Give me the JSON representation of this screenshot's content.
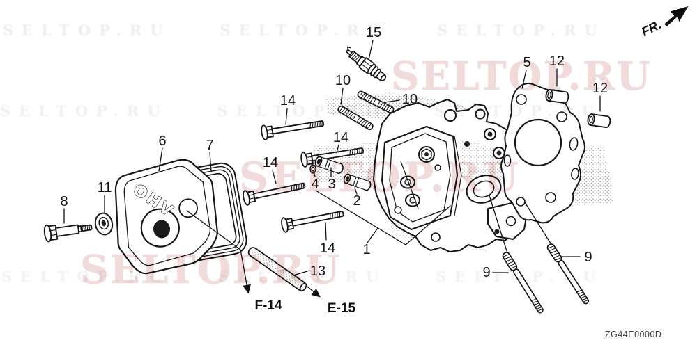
{
  "diagram": {
    "part_code": "ZG44E0000D",
    "fr_label": "FR.",
    "cover_embossed_text": "OHV",
    "watermark_text": "SELTOP.RU",
    "watermark_color": "#f0dada",
    "line_color": "#161616"
  },
  "callouts": {
    "n15": "15",
    "n10a": "10",
    "n10b": "10",
    "n14a": "14",
    "n14b": "14",
    "n14c": "14",
    "n14d": "14",
    "n5": "5",
    "n12a": "12",
    "n12b": "12",
    "n6": "6",
    "n7": "7",
    "n8": "8",
    "n11": "11",
    "n4": "4",
    "n3": "3",
    "n2": "2",
    "n1": "1",
    "n13": "13",
    "n9a": "9",
    "n9b": "9"
  },
  "refs": {
    "f14": "F-14",
    "e15": "E-15"
  }
}
